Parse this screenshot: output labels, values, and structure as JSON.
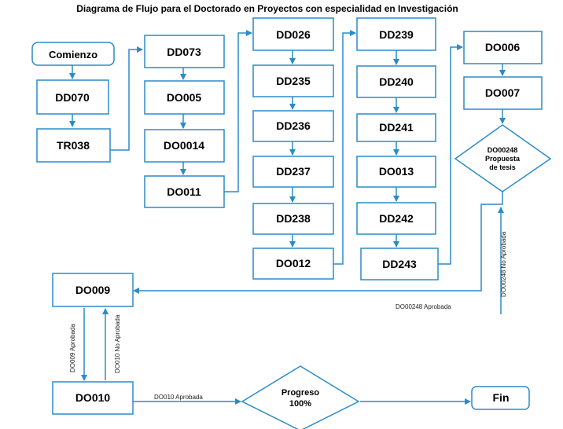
{
  "title": "Diagrama de Flujo para el Doctorado en Proyectos con especialidad en Investigación",
  "colors": {
    "stroke": "#2a8cc8",
    "arrow": "#2a8cc8",
    "text": "#000000",
    "background": "#ffffff"
  },
  "nodes": {
    "start": "Comienzo",
    "dd070": "DD070",
    "tr038": "TR038",
    "dd073": "DD073",
    "do005": "DO005",
    "do0014": "DO0014",
    "do011": "DO011",
    "dd026": "DD026",
    "dd235": "DD235",
    "dd236": "DD236",
    "dd237": "DD237",
    "dd238": "DD238",
    "do012": "DO012",
    "dd239": "DD239",
    "dd240": "DD240",
    "dd241": "DD241",
    "do013": "DO013",
    "dd242": "DD242",
    "dd243": "DD243",
    "do006": "DO006",
    "do007": "DO007",
    "thesis_line1": "DO00248",
    "thesis_line2": "Propuesta",
    "thesis_line3": "de tesis",
    "do009": "DO009",
    "do010": "DO010",
    "progress_line1": "Progreso",
    "progress_line2": "100%",
    "end": "Fin"
  },
  "edge_labels": {
    "thesis_rejected": "DO00248 No Aprobada",
    "thesis_approved": "DO00248 Aprobada",
    "do009_approved": "DO009 Aprobada",
    "do010_rejected": "DO010 No Aprobada",
    "do010_approved": "DO010 Aprobada"
  }
}
